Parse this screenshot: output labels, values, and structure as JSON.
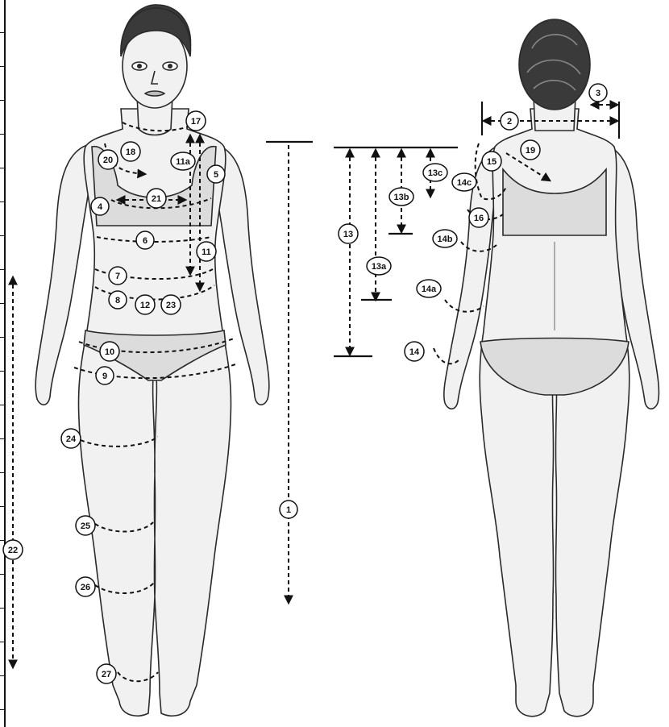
{
  "diagram": {
    "views": [
      "front-view",
      "back-view"
    ],
    "colors": {
      "outline": "#2a2a2a",
      "skin": "#f1f1f1",
      "shade": "#cfcfcf",
      "hair": "#3a3a3a",
      "garment": "#dcdcdc",
      "dash": "#111111"
    },
    "labels": {
      "m1": "1",
      "m2": "2",
      "m3": "3",
      "m4": "4",
      "m5": "5",
      "m6": "6",
      "m7": "7",
      "m8": "8",
      "m9": "9",
      "m10": "10",
      "m11": "11",
      "m11a": "11a",
      "m12": "12",
      "m13": "13",
      "m13a": "13a",
      "m13b": "13b",
      "m13c": "13c",
      "m14": "14",
      "m14a": "14a",
      "m14b": "14b",
      "m14c": "14c",
      "m15": "15",
      "m16": "16",
      "m17": "17",
      "m18": "18",
      "m19": "19",
      "m20": "20",
      "m21": "21",
      "m22": "22",
      "m23": "23",
      "m24": "24",
      "m25": "25",
      "m26": "26",
      "m27": "27"
    }
  }
}
